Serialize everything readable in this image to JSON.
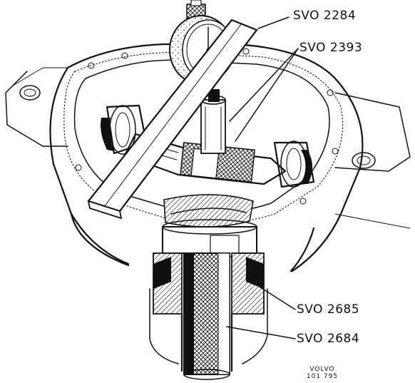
{
  "callouts": [
    {
      "id": "svo-2284",
      "text": "SVO 2284"
    },
    {
      "id": "svo-2393",
      "text": "SVO 2393"
    },
    {
      "id": "svo-2685",
      "text": "SVO 2685"
    },
    {
      "id": "svo-2684",
      "text": "SVO 2684"
    }
  ],
  "stamp": {
    "brand": "VOLVO",
    "number": "101 795"
  },
  "colors": {
    "ink": "#111111",
    "paper": "#ffffff"
  }
}
